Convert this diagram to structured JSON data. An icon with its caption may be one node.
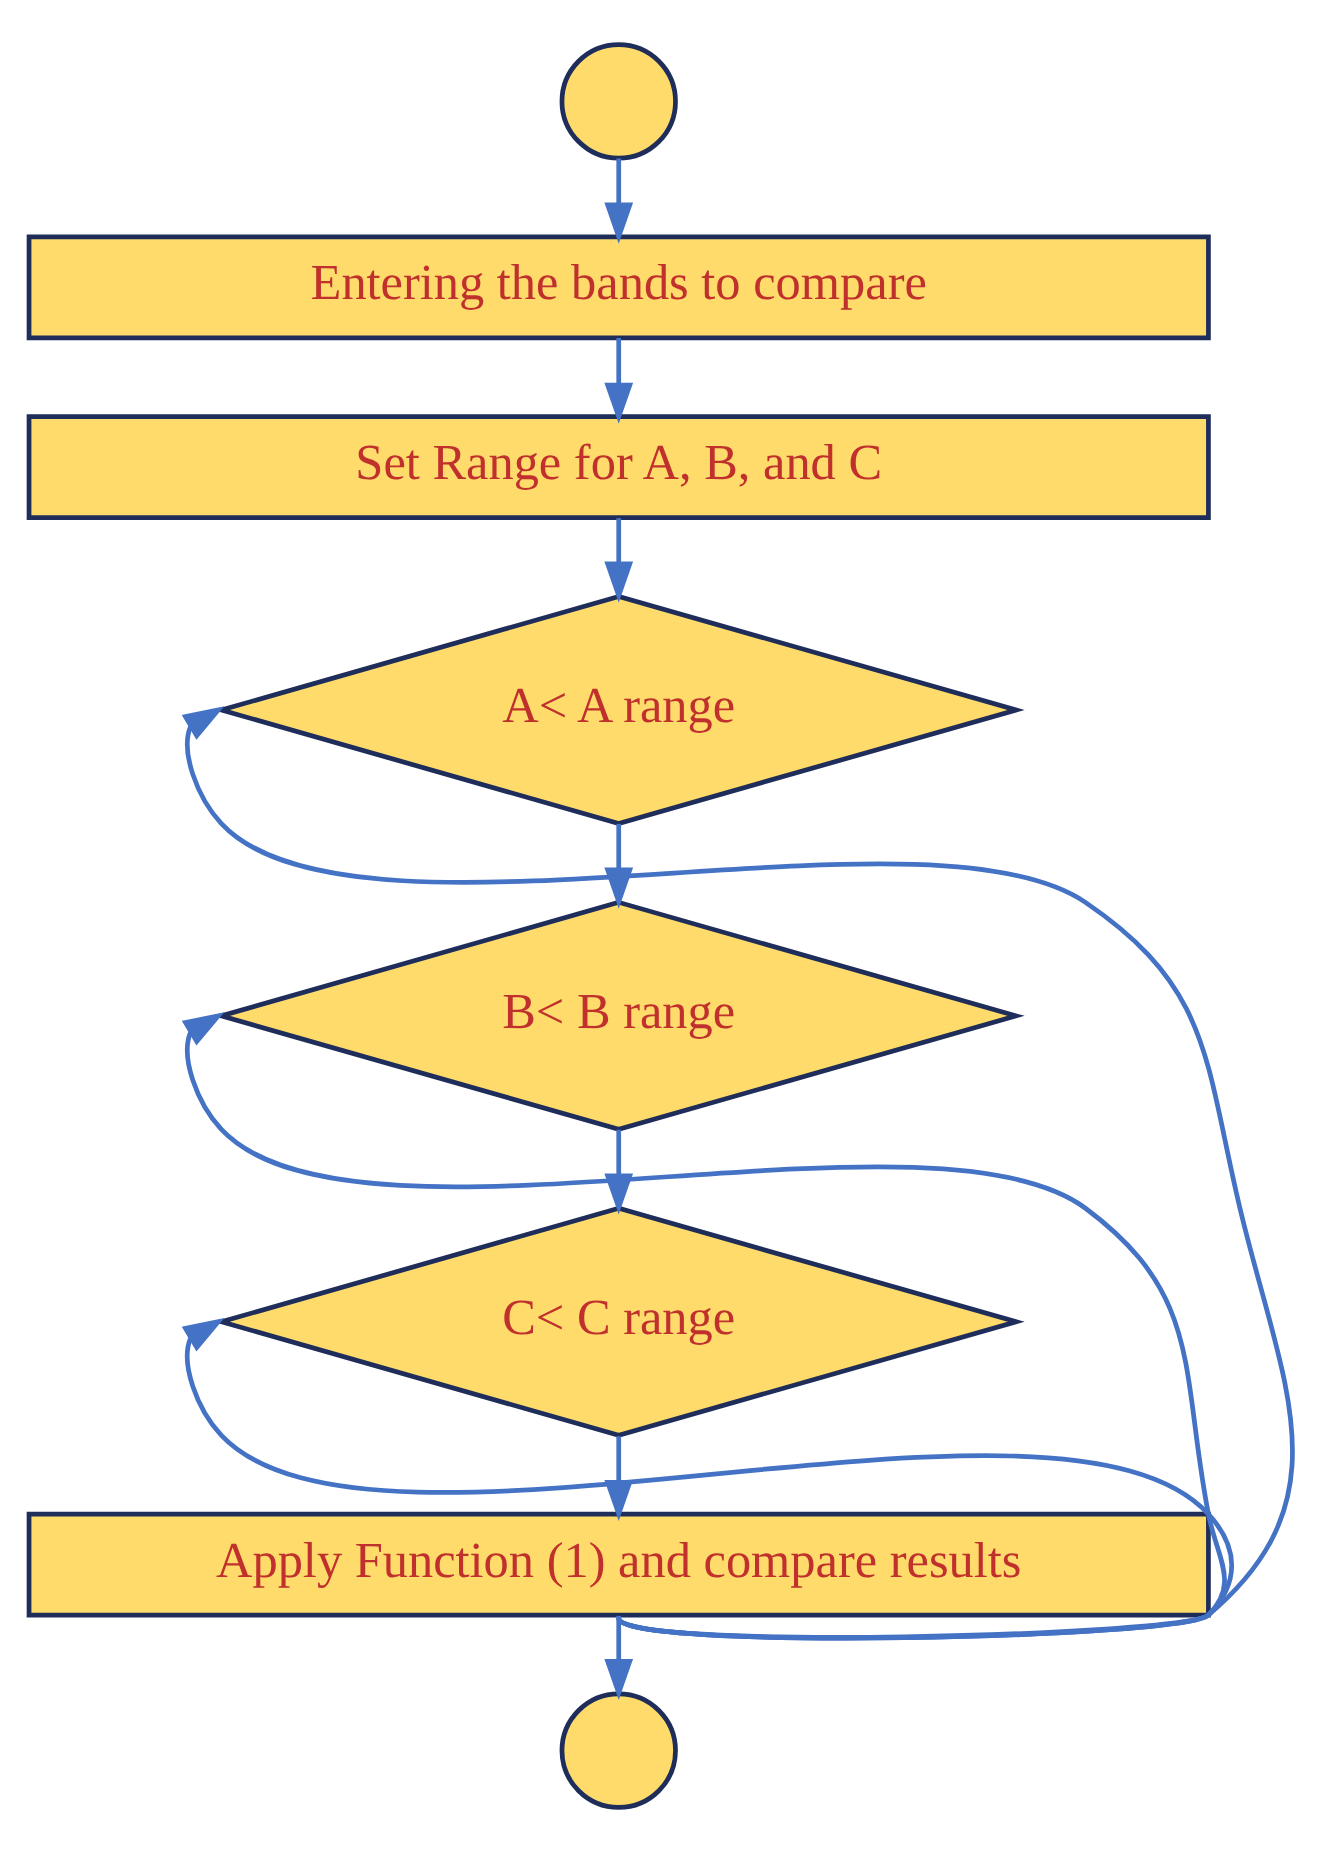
{
  "diagram": {
    "nodes": [
      {
        "text": [],
        "shape": "circle"
      },
      {
        "text": [
          "Entering the bands to compare"
        ]
      },
      {
        "text": [
          "Set Range for A, B, and C"
        ]
      },
      {
        "text": [
          "A< A range"
        ]
      },
      {
        "text": [
          "B< B range"
        ]
      },
      {
        "text": [
          "C< C range"
        ]
      },
      {
        "text": [
          "Apply Function (1) and compare results"
        ]
      },
      {
        "text": [],
        "shape": "circle"
      }
    ],
    "edges": [
      {
        "from": 0,
        "to": 1,
        "arrow": "to"
      },
      {
        "from": 1,
        "to": 2,
        "arrow": "to"
      },
      {
        "from": 2,
        "to": 3,
        "arrow": "to"
      },
      {
        "from": 3,
        "to": 4,
        "arrow": "to"
      },
      {
        "from": 4,
        "to": 5,
        "arrow": "to"
      },
      {
        "from": 5,
        "to": 6,
        "arrow": "to"
      },
      {
        "from": 6,
        "to": 5,
        "arrow": "to"
      },
      {
        "from": 6,
        "to": 4,
        "arrow": "to"
      },
      {
        "from": 6,
        "to": 3,
        "arrow": "to"
      },
      {
        "from": 6,
        "to": 7,
        "arrow": "to"
      }
    ]
  }
}
